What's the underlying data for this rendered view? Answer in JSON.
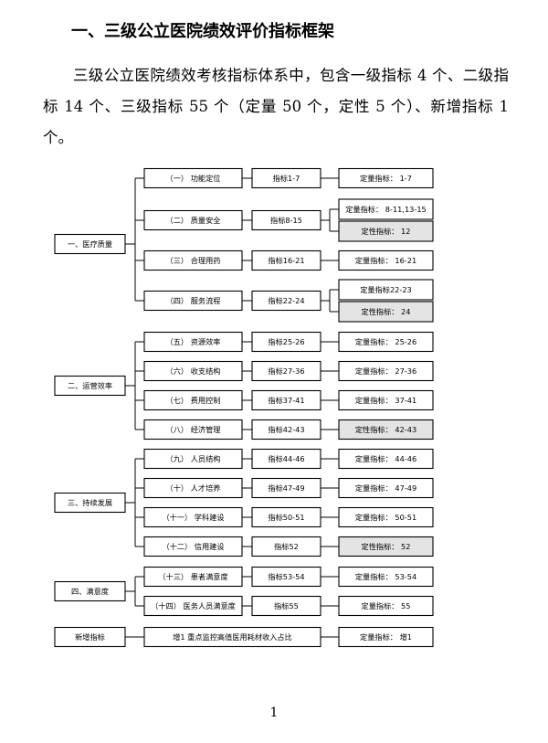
{
  "heading": "一、三级公立医院绩效评价指标框架",
  "intro": "三级公立医院绩效考核指标体系中，包含一级指标 4 个、二级指标 14 个、三级指标 55 个（定量 50 个，定性 5 个）、新增指标 1 个。",
  "page_number": "1",
  "level1": [
    {
      "label": "一、医疗质量",
      "groups": [
        {
          "name": "（一） 功能定位",
          "range": "指标1-7",
          "results": [
            {
              "text": "定量指标： 1-7",
              "shaded": false
            }
          ]
        },
        {
          "name": "（二） 质量安全",
          "range": "指标8-15",
          "results": [
            {
              "text": "定量指标： 8-11,13-15",
              "shaded": false
            },
            {
              "text": "定性指标： 12",
              "shaded": true
            }
          ]
        },
        {
          "name": "（三） 合理用药",
          "range": "指标16-21",
          "results": [
            {
              "text": "定量指标： 16-21",
              "shaded": false
            }
          ]
        },
        {
          "name": "（四） 服务流程",
          "range": "指标22-24",
          "results": [
            {
              "text": "定量指标22-23",
              "shaded": false
            },
            {
              "text": "定性指标： 24",
              "shaded": true
            }
          ]
        }
      ]
    },
    {
      "label": "二、运营效率",
      "groups": [
        {
          "name": "（五） 资源效率",
          "range": "指标25-26",
          "results": [
            {
              "text": "定量指标： 25-26",
              "shaded": false
            }
          ]
        },
        {
          "name": "（六） 收支结构",
          "range": "指标27-36",
          "results": [
            {
              "text": "定量指标： 27-36",
              "shaded": false
            }
          ]
        },
        {
          "name": "（七） 费用控制",
          "range": "指标37-41",
          "results": [
            {
              "text": "定量指标： 37-41",
              "shaded": false
            }
          ]
        },
        {
          "name": "（八） 经济管理",
          "range": "指标42-43",
          "results": [
            {
              "text": "定性指标： 42-43",
              "shaded": true
            }
          ]
        }
      ]
    },
    {
      "label": "三、持续发展",
      "groups": [
        {
          "name": "（九） 人员结构",
          "range": "指标44-46",
          "results": [
            {
              "text": "定量指标： 44-46",
              "shaded": false
            }
          ]
        },
        {
          "name": "（十） 人才培养",
          "range": "指标47-49",
          "results": [
            {
              "text": "定量指标： 47-49",
              "shaded": false
            }
          ]
        },
        {
          "name": "（十一） 学科建设",
          "range": "指标50-51",
          "results": [
            {
              "text": "定量指标： 50-51",
              "shaded": false
            }
          ]
        },
        {
          "name": "（十二） 信用建设",
          "range": "指标52",
          "results": [
            {
              "text": "定性指标： 52",
              "shaded": true
            }
          ]
        }
      ]
    },
    {
      "label": "四、满意度",
      "groups": [
        {
          "name": "（十三） 患者满意度",
          "range": "指标53-54",
          "results": [
            {
              "text": "定量指标： 53-54",
              "shaded": false
            }
          ]
        },
        {
          "name": "（十四） 医务人员满意度",
          "range": "指标55",
          "results": [
            {
              "text": "定量指标： 55",
              "shaded": false
            }
          ]
        }
      ]
    }
  ],
  "new_indicator": {
    "label": "新增指标",
    "content": "增1 重点监控高值医用耗材收入占比",
    "result": "定量指标： 增1"
  }
}
